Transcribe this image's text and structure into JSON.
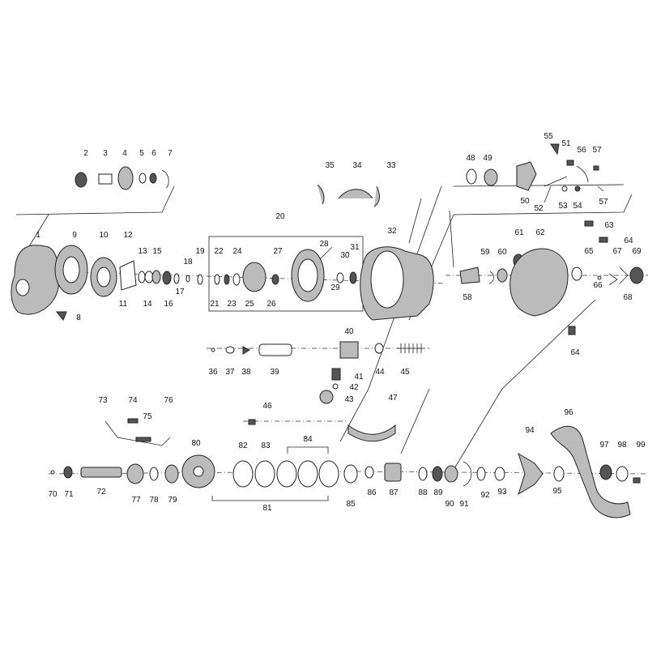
{
  "parts": [
    "1",
    "2",
    "3",
    "4",
    "5",
    "6",
    "7",
    "8",
    "9",
    "10",
    "11",
    "12",
    "13",
    "14",
    "15",
    "16",
    "17",
    "18",
    "19",
    "20",
    "21",
    "22",
    "23",
    "24",
    "25",
    "26",
    "27",
    "28",
    "29",
    "30",
    "31",
    "32",
    "33",
    "34",
    "35",
    "36",
    "37",
    "38",
    "39",
    "40",
    "41",
    "42",
    "43",
    "44",
    "45",
    "46",
    "47",
    "48",
    "49",
    "50",
    "51",
    "52",
    "53",
    "54",
    "55",
    "56",
    "57",
    "58",
    "59",
    "60",
    "61",
    "62",
    "63",
    "64",
    "65",
    "66",
    "67",
    "68",
    "69",
    "70",
    "71",
    "72",
    "73",
    "74",
    "75",
    "76",
    "77",
    "78",
    "79",
    "80",
    "81",
    "82",
    "83",
    "84",
    "85",
    "86",
    "87",
    "88",
    "89",
    "90",
    "91",
    "92",
    "93",
    "94",
    "95",
    "96",
    "97",
    "98",
    "99"
  ],
  "extra_labels": {
    "label_57b": "57",
    "label_64b": "64"
  }
}
